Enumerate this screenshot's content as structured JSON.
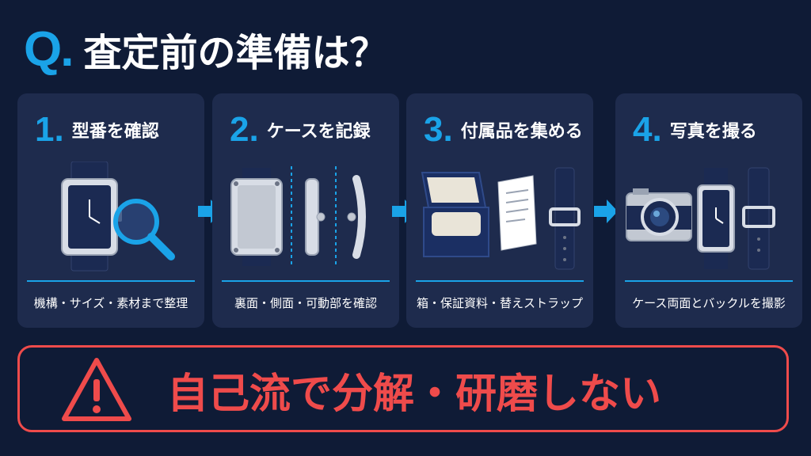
{
  "header": {
    "q_mark": "Q.",
    "title": "査定前の準備は？"
  },
  "steps": [
    {
      "number": "1.",
      "title": "型番を確認",
      "description": "機構・サイズ・素材まで整理"
    },
    {
      "number": "2.",
      "title": "ケースを記録",
      "description": "裏面・側面・可動部を確認"
    },
    {
      "number": "3.",
      "title": "付属品を集める",
      "description": "箱・保証資料・替えストラップ"
    },
    {
      "number": "4.",
      "title": "写真を撮る",
      "description": "ケース両面とバックルを撮影"
    }
  ],
  "warning": {
    "text": "自己流で分解・研磨しない",
    "icon": "warning-triangle-icon"
  },
  "colors": {
    "background": "#0f1b36",
    "card": "#1e2b4d",
    "accent": "#1aa3e8",
    "warning": "#ef4b4b"
  }
}
